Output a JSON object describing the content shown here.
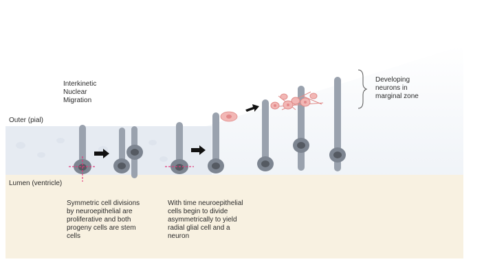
{
  "labels": {
    "interkinetic": "Interkinetic\nNuclear\nMigration",
    "outer": "Outer (pial)",
    "lumen": "Lumen (ventricle)",
    "developing": "Developing\nneurons in\nmarginal zone",
    "symmetric": "Symmetric cell divisions\nby neuroepithelial are\nproliferative and both\nprogeny cells are stem\ncells",
    "asymmetric": "With time neuroepithelial\ncells begin to divide\nasymmetrically to yield\nradial glial cell and a\nneuron"
  },
  "colors": {
    "background": "#ffffff",
    "epithelium": "#e9edf3",
    "lumen_band": "#f8f1e1",
    "cell_body": "#7d8591",
    "nucleus": "#555a62",
    "division_line": "#e0397a",
    "neuron": "#f2b7b5",
    "arrow": "#111111"
  },
  "icons": [
    "arrow-right-icon",
    "brace-icon"
  ]
}
